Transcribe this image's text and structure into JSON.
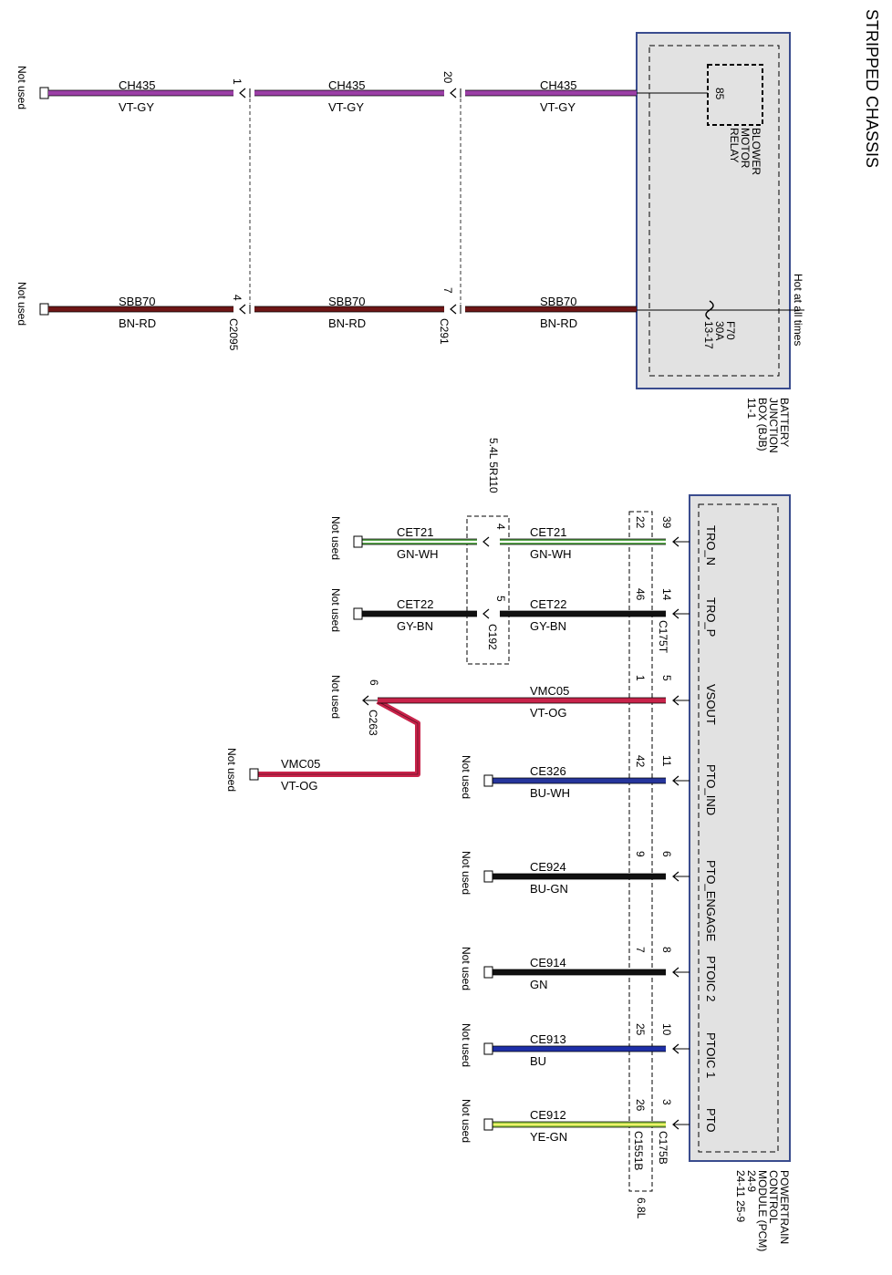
{
  "page_title": "STRIPPED CHASSIS",
  "not_used": "Not used",
  "bjb": {
    "label": [
      "BATTERY",
      "JUNCTION",
      "BOX (BJB)",
      "11-1"
    ],
    "hot_label": "Hot at all times",
    "relay_pin": "85",
    "relay_label": [
      "BLOWER",
      "MOTOR",
      "RELAY"
    ],
    "fuse_label": [
      "F70",
      "30A",
      "13-17"
    ]
  },
  "pcm": {
    "label": [
      "POWERTRAIN",
      "CONTROL",
      "MODULE (PCM)",
      "24-9",
      "24-11   25-9"
    ]
  },
  "top_circuits": [
    {
      "id": "ch435",
      "circuit": "CH435",
      "color_code": "VT-GY",
      "pin_a": "1",
      "pin_b": "20",
      "connector_a": "",
      "connector_b": "",
      "wire_color": "#9b3fa6"
    },
    {
      "id": "sbb70",
      "circuit": "SBB70",
      "color_code": "BN-RD",
      "pin_a": "4",
      "pin_b": "7",
      "connector_a": "C2095",
      "connector_b": "C291",
      "wire_color": "#6e1616"
    }
  ],
  "pcm_circuits": [
    {
      "id": "tro-n",
      "signal": "TRO_N",
      "pcm_pin": "39",
      "c1551b_pin": "22",
      "circuit": "CET21",
      "color_code": "GN-WH",
      "wire_color": "#58a84a",
      "stripe": "#ffffff",
      "c192_pin": "4"
    },
    {
      "id": "tro-p",
      "signal": "TRO_P",
      "pcm_pin": "14",
      "c1551b_pin": "46",
      "circuit": "CET22",
      "color_code": "GY-BN",
      "wire_color": "#111111",
      "stripe": "",
      "c192_pin": "5"
    },
    {
      "id": "vsout",
      "signal": "VSOUT",
      "pcm_pin": "5",
      "c1551b_pin": "1",
      "circuit": "VMC05",
      "color_code": "VT-OG",
      "wire_color": "#c8234a",
      "stripe": ""
    },
    {
      "id": "pto-ind",
      "signal": "PTO_IND",
      "pcm_pin": "11",
      "c1551b_pin": "42",
      "circuit": "CE326",
      "color_code": "BU-WH",
      "wire_color": "#26359c",
      "stripe": ""
    },
    {
      "id": "pto-engage",
      "signal": "PTO_ENGAGE",
      "pcm_pin": "6",
      "c1551b_pin": "9",
      "circuit": "CE924",
      "color_code": "BU-GN",
      "wire_color": "#111111",
      "stripe": ""
    },
    {
      "id": "ptoic2",
      "signal": "PTOIC 2",
      "pcm_pin": "8",
      "c1551b_pin": "7",
      "circuit": "CE914",
      "color_code": "GN",
      "wire_color": "#111111",
      "stripe": ""
    },
    {
      "id": "ptoic1",
      "signal": "PTOIC 1",
      "pcm_pin": "10",
      "c1551b_pin": "25",
      "circuit": "CE913",
      "color_code": "BU",
      "wire_color": "#1e2fa8",
      "stripe": ""
    },
    {
      "id": "pto",
      "signal": "PTO",
      "pcm_pin": "3",
      "c1551b_pin": "26",
      "circuit": "CE912",
      "color_code": "YE-GN",
      "wire_color": "#9acb45",
      "stripe": "#f1f16a"
    }
  ],
  "c192": {
    "label": "C192",
    "variant": "5.4L 5R110",
    "right_circuits": [
      "CET21",
      "CET22"
    ],
    "right_codes": [
      "GN-WH",
      "GY-BN"
    ]
  },
  "c175t": "C175T",
  "c175b": "C175B",
  "c1551b": "C1551B",
  "variant_68": "6.8L",
  "c263": {
    "label": "C263",
    "pin": "6",
    "branch_circuit": "VMC05",
    "branch_code": "VT-OG"
  }
}
